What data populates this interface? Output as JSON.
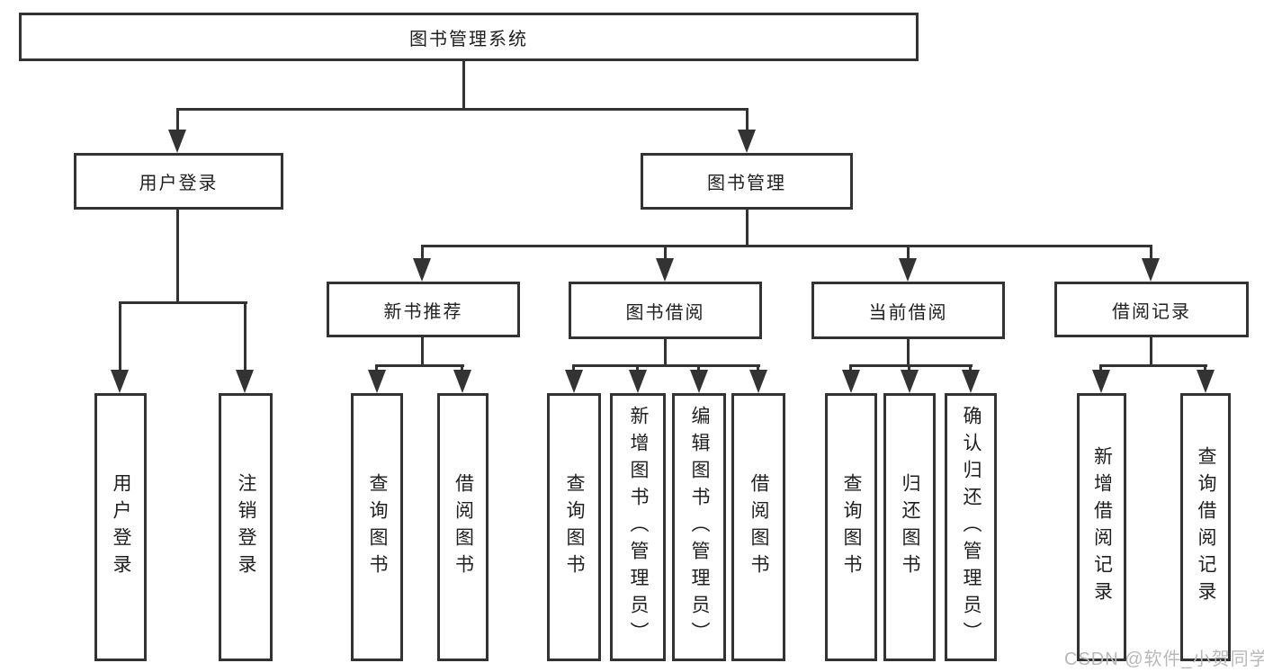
{
  "colors": {
    "line": "#333333",
    "text": "#1f1f1f",
    "background": "#ffffff",
    "watermark": "#b8b8b8"
  },
  "watermark": {
    "text": "CSDN @软件_小贺同学"
  },
  "tree": {
    "root": {
      "label": "图书管理系统"
    },
    "level1": [
      {
        "label": "用户登录",
        "children": [
          "用户登录",
          "注销登录"
        ]
      },
      {
        "label": "图书管理",
        "groups": [
          {
            "label": "新书推荐",
            "children": [
              "查询图书",
              "借阅图书"
            ]
          },
          {
            "label": "图书借阅",
            "children": [
              "查询图书",
              "新增图书（管理员）",
              "编辑图书（管理员）",
              "借阅图书"
            ]
          },
          {
            "label": "当前借阅",
            "children": [
              "查询图书",
              "归还图书",
              "确认归还（管理员）"
            ]
          },
          {
            "label": "借阅记录",
            "children": [
              "新增借阅记录",
              "查询借阅记录"
            ]
          }
        ]
      }
    ]
  }
}
